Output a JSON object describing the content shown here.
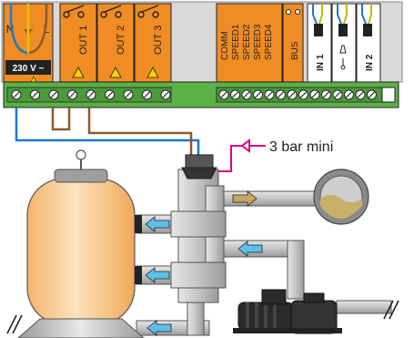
{
  "controller": {
    "power_terminals": {
      "n_label": "N",
      "ground_symbol": "⏚",
      "l_label": "L",
      "voltage_label": "230 V ~"
    },
    "outputs": [
      {
        "label": "OUT 1"
      },
      {
        "label": "OUT 2"
      },
      {
        "label": "OUT 3"
      }
    ],
    "speed_terminals": [
      "COMM",
      "SPEED1",
      "SPEED2",
      "SPEED3",
      "SPEED4"
    ],
    "bus_label": "BUS",
    "inputs": [
      {
        "label": "IN 1",
        "icon": "drop-icon"
      },
      {
        "label": "IN 2",
        "icon": "thermometer-icon"
      }
    ],
    "warning_icon": "warning-triangle-icon"
  },
  "sensor": {
    "label": "3 bar mini"
  },
  "colors": {
    "orange": "#f08c24",
    "green": "#5bb046",
    "gray_panel": "#d9d9d9",
    "blue_wire": "#1f78c8",
    "brown_wire": "#8b5a2b",
    "magenta_sensor": "#e0007a",
    "pipe_gray": "#bdbdbd",
    "flow_arrow": "#5bc0ea",
    "tank": "#f6c98c"
  }
}
